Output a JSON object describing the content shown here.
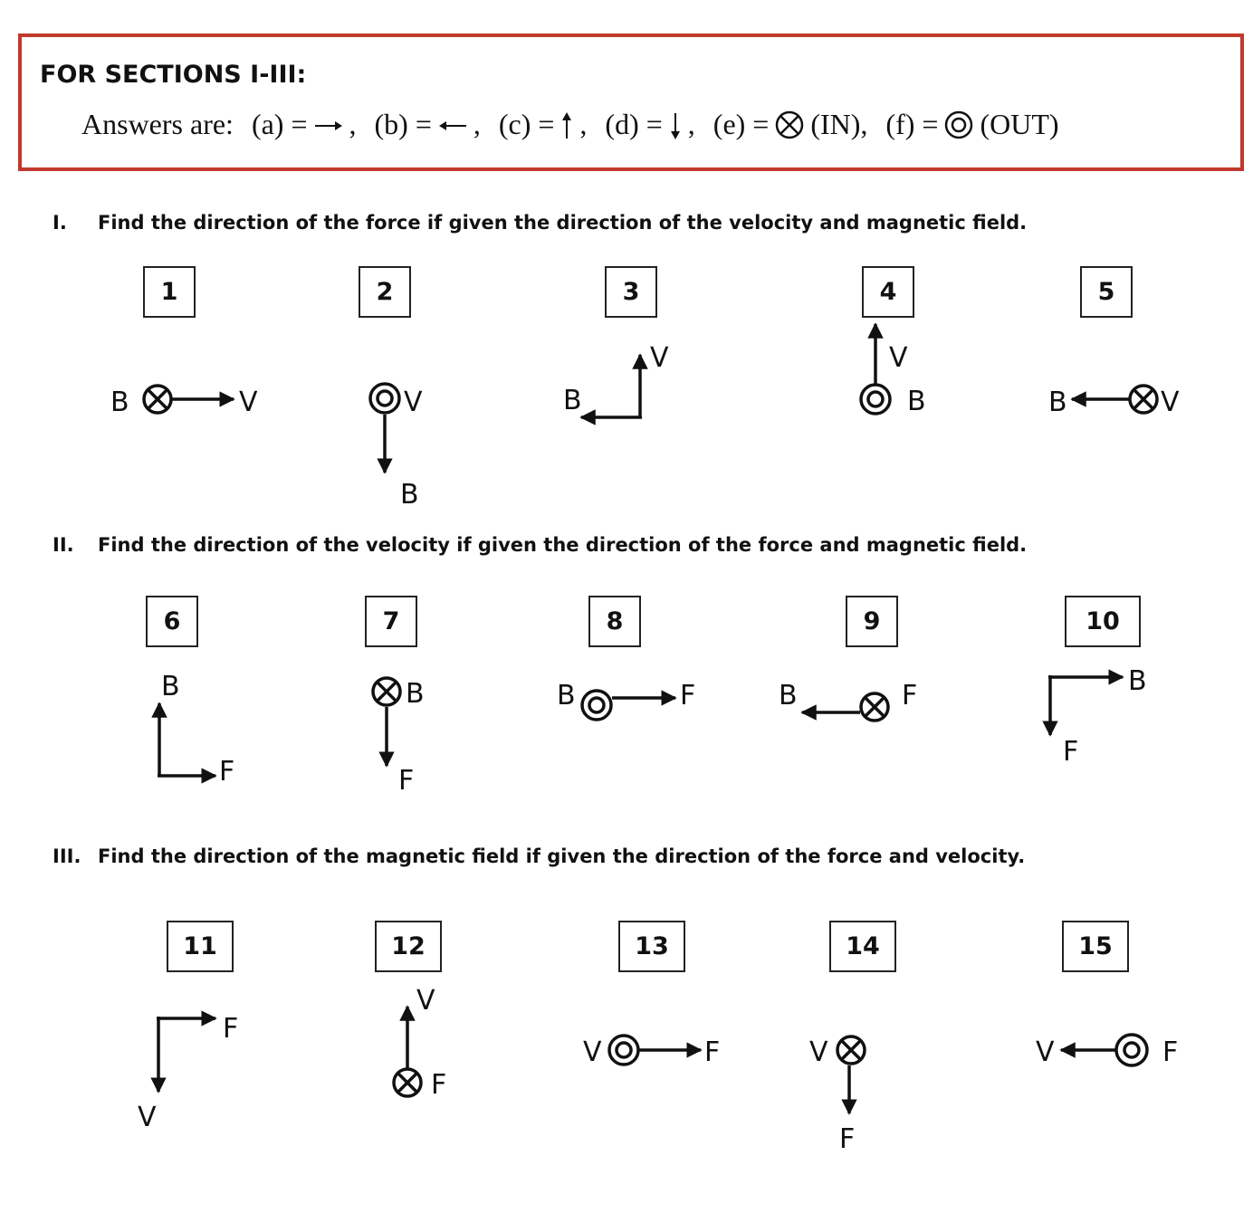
{
  "answer_box": {
    "title": "FOR SECTIONS I-III:",
    "prefix": "Answers are:",
    "items": [
      {
        "label": "(a) =",
        "symbol": "arrow-right",
        "suffix": ","
      },
      {
        "label": "(b) =",
        "symbol": "arrow-left",
        "suffix": ","
      },
      {
        "label": "(c) =",
        "symbol": "arrow-up",
        "suffix": ","
      },
      {
        "label": "(d) =",
        "symbol": "arrow-down",
        "suffix": ","
      },
      {
        "label": "(e) =",
        "symbol": "into-page",
        "suffix": "(IN),"
      },
      {
        "label": "(f) =",
        "symbol": "out-of-page",
        "suffix": "(OUT)"
      }
    ]
  },
  "sections": [
    {
      "number": "I.",
      "text": "Find the direction of the force if given the direction of the velocity and magnetic field."
    },
    {
      "number": "II.",
      "text": "Find the direction of the velocity if given the direction of the force and magnetic field."
    },
    {
      "number": "III.",
      "text": "Find the direction of the magnetic field if given the direction of the force and velocity."
    }
  ],
  "questions": [
    {
      "number": "1",
      "labels": [
        "B",
        "V"
      ]
    },
    {
      "number": "2",
      "labels": [
        "V",
        "B"
      ]
    },
    {
      "number": "3",
      "labels": [
        "V",
        "B"
      ]
    },
    {
      "number": "4",
      "labels": [
        "V",
        "B"
      ]
    },
    {
      "number": "5",
      "labels": [
        "B",
        "V"
      ]
    },
    {
      "number": "6",
      "labels": [
        "B",
        "F"
      ]
    },
    {
      "number": "7",
      "labels": [
        "B",
        "F"
      ]
    },
    {
      "number": "8",
      "labels": [
        "B",
        "F"
      ]
    },
    {
      "number": "9",
      "labels": [
        "B",
        "F"
      ]
    },
    {
      "number": "10",
      "labels": [
        "B",
        "F"
      ]
    },
    {
      "number": "11",
      "labels": [
        "F",
        "V"
      ]
    },
    {
      "number": "12",
      "labels": [
        "V",
        "F"
      ]
    },
    {
      "number": "13",
      "labels": [
        "V",
        "F"
      ]
    },
    {
      "number": "14",
      "labels": [
        "V",
        "F"
      ]
    },
    {
      "number": "15",
      "labels": [
        "V",
        "F"
      ]
    }
  ]
}
